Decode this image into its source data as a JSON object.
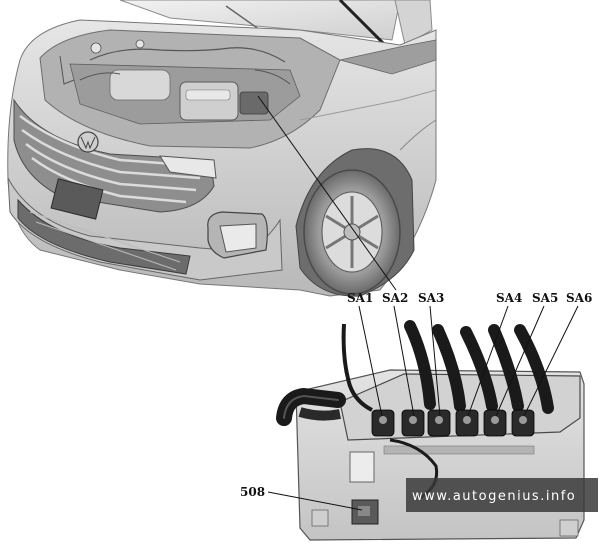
{
  "labels": {
    "sa1": "SA1",
    "sa2": "SA2",
    "sa3": "SA3",
    "sa4": "SA4",
    "sa5": "SA5",
    "sa6": "SA6",
    "c508": "508"
  },
  "watermark": "www.autogenius.info",
  "colors": {
    "body_light": "#d9d9d9",
    "body_mid": "#bdbdbd",
    "body_dark": "#7a7a7a",
    "cable": "#1a1a1a",
    "watermark_bg": "#3a3a3a"
  }
}
